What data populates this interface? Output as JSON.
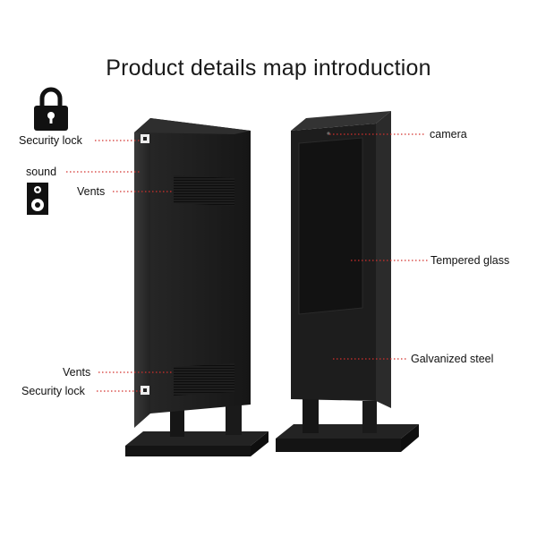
{
  "title": "Product details map introduction",
  "labels": {
    "security_lock_top": "Security lock",
    "sound": "sound",
    "vents_top": "Vents",
    "vents_bottom": "Vents",
    "security_lock_bottom": "Security lock",
    "camera": "camera",
    "tempered_glass": "Tempered glass",
    "galvanized_steel": "Galvanized steel"
  },
  "colors": {
    "leader": "#d3302c",
    "body": "#1c1c1c"
  },
  "icons": {
    "lock": "padlock-icon",
    "speaker": "speaker-icon"
  }
}
